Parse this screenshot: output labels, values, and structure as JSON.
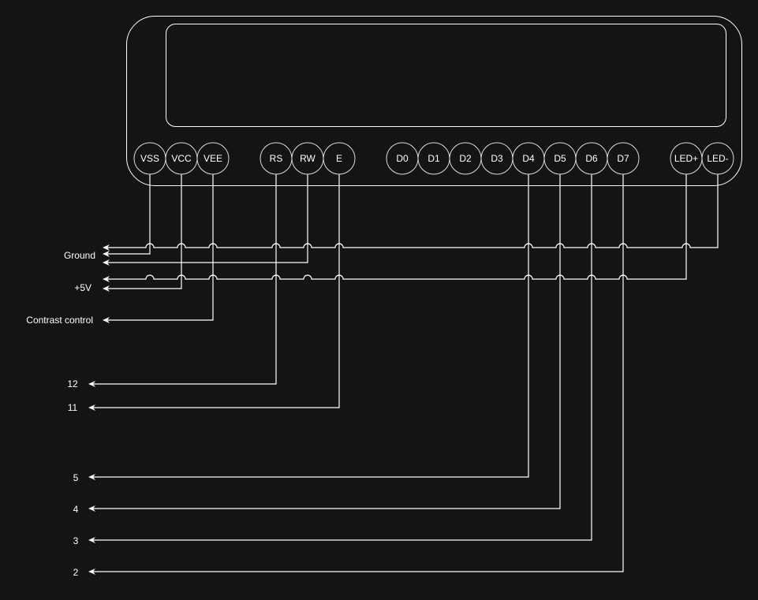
{
  "colors": {
    "background": "#141414",
    "stroke": "#ffffff"
  },
  "pins": [
    "VSS",
    "VCC",
    "VEE",
    "RS",
    "RW",
    "E",
    "D0",
    "D1",
    "D2",
    "D3",
    "D4",
    "D5",
    "D6",
    "D7",
    "LED+",
    "LED-"
  ],
  "labels": {
    "ground": "Ground",
    "plus5v": "+5V",
    "contrast": "Contrast control",
    "rs_target": "12",
    "e_target": "11",
    "d4_target": "5",
    "d5_target": "4",
    "d6_target": "3",
    "d7_target": "2"
  }
}
